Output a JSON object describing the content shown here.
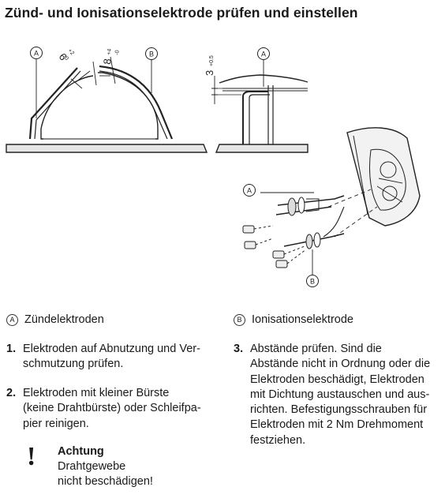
{
  "title": "Zünd- und Ionisationselektrode prüfen und einstellen",
  "figure": {
    "callouts": {
      "a": "A",
      "b": "B"
    },
    "dim_left_1": "6",
    "dim_left_1_tol": "+2",
    "dim_left_1_tol2": "-0",
    "dim_left_2": "8",
    "dim_left_2_tol": "+4",
    "dim_left_2_tol2": "-0",
    "dim_right": "3",
    "dim_right_tol": "+0.5"
  },
  "legend": {
    "a": {
      "mark": "A",
      "label": "Zündelektroden"
    },
    "b": {
      "mark": "B",
      "label": "Ionisationselektrode"
    }
  },
  "steps": [
    {
      "num": "1.",
      "lines": [
        "Elektroden auf Abnutzung und Ver-",
        "schmutzung prüfen."
      ]
    },
    {
      "num": "2.",
      "lines": [
        "Elektroden mit kleiner Bürste",
        "(keine Drahtbürste) oder Schleifpa-",
        "pier reinigen."
      ]
    },
    {
      "num": "3.",
      "lines": [
        "Abstände prüfen. Sind die",
        "Abstände nicht in Ordnung oder die",
        "Elektroden beschädigt, Elektroden",
        "mit Dichtung austauschen und aus-",
        "richten. Befestigungsschrauben für",
        "Elektroden mit 2 Nm Drehmoment",
        "festziehen."
      ]
    }
  ],
  "warning": {
    "mark": "!",
    "heading": "Achtung",
    "lines": [
      "Drahtgewebe",
      "nicht beschädigen!"
    ]
  }
}
